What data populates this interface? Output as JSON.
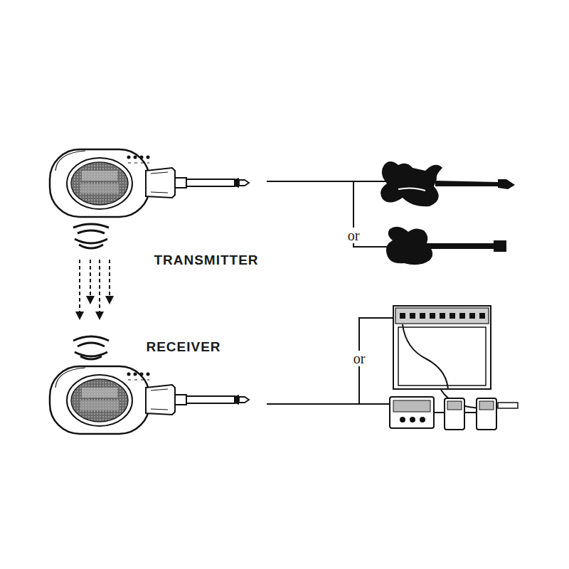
{
  "diagram": {
    "labels": [
      "TRANSMITTER",
      "or",
      "RECEIVER",
      "or"
    ]
  }
}
